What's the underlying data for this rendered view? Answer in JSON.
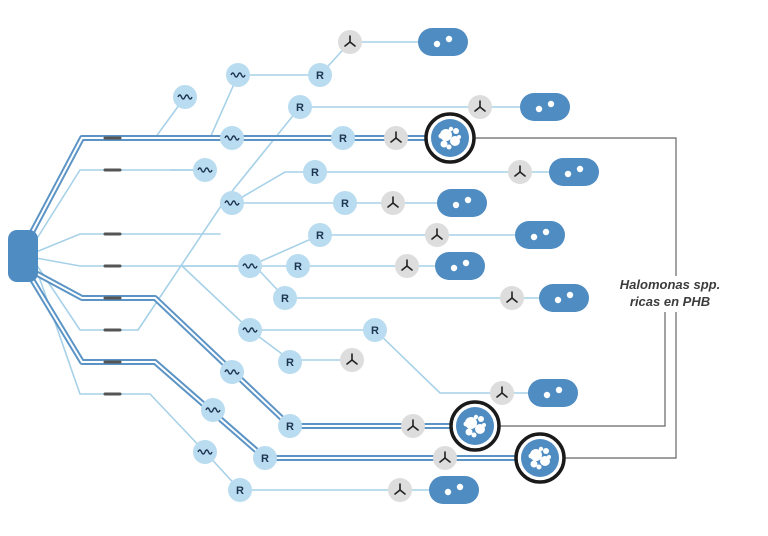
{
  "annotation": {
    "line1": "Halomonas spp.",
    "line2": "ricas en PHB"
  },
  "node_types": {
    "regulator": "R",
    "wave": "sine-wave-icon",
    "branch": "branch-y-icon",
    "cell": "bacterium-cell-icon",
    "rich_cell": "phb-granule-cell-icon"
  },
  "colors": {
    "line_light": "#a7d1e8",
    "line_strong": "#5b94c5",
    "node_light": "#b9dcf0",
    "node_gray": "#dddddd",
    "cell": "#4e8cc2",
    "highlight_ring": "#1a1a1a",
    "connector": "#666666"
  }
}
